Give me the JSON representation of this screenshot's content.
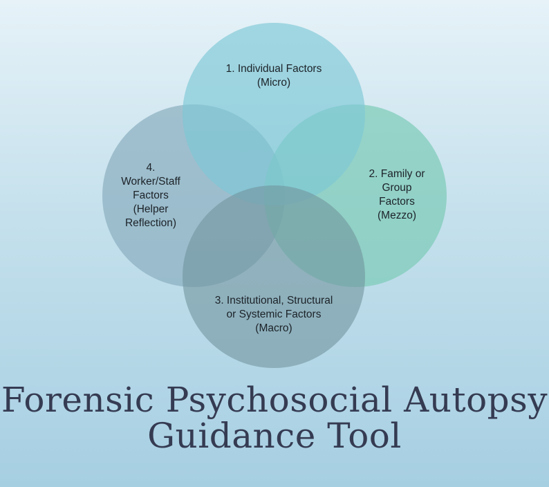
{
  "diagram": {
    "circles": [
      {
        "id": "individual",
        "lines": [
          "1. Individual Factors",
          "(Micro)"
        ],
        "color": "#7cc8d6"
      },
      {
        "id": "family",
        "lines": [
          "2. Family or",
          "Group",
          "Factors",
          "(Mezzo)"
        ],
        "color": "#7ccbb6"
      },
      {
        "id": "institutional",
        "lines": [
          "3. Institutional, Structural",
          "or Systemic Factors",
          "(Macro)"
        ],
        "color": "#71949e"
      },
      {
        "id": "worker",
        "lines": [
          "4.",
          "Worker/Staff",
          "Factors",
          "(Helper",
          "Reflection)"
        ],
        "color": "#8aaebf"
      }
    ]
  },
  "title": {
    "line1": "Forensic Psychosocial Autopsy",
    "line2": "Guidance Tool"
  }
}
